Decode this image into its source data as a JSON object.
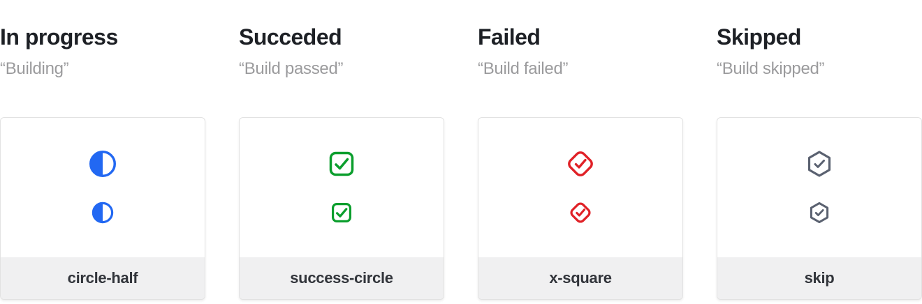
{
  "page": {
    "background": "#ffffff"
  },
  "colors": {
    "title": "#1d2025",
    "subtitle": "#9b9b9d",
    "label": "#32353b",
    "card-border": "#e2e2e2",
    "card-bg": "#ffffff",
    "footer-bg": "#f0f0f1",
    "in-progress": "#2268f2",
    "succeeded": "#0b9e2d",
    "failed": "#e02127",
    "skipped": "#5a6170"
  },
  "columns": [
    {
      "title": "In progress",
      "status_text": "“Building”",
      "icon": "circle-half-icon",
      "label": "circle-half",
      "color": "#2268f2"
    },
    {
      "title": "Succeded",
      "status_text": "“Build passed”",
      "icon": "success-circle-icon",
      "label": "success-circle",
      "color": "#0b9e2d"
    },
    {
      "title": "Failed",
      "status_text": "“Build failed”",
      "icon": "x-square-icon",
      "label": "x-square",
      "color": "#e02127"
    },
    {
      "title": "Skipped",
      "status_text": "“Build skipped”",
      "icon": "skip-icon",
      "label": "skip",
      "color": "#5a6170"
    }
  ]
}
